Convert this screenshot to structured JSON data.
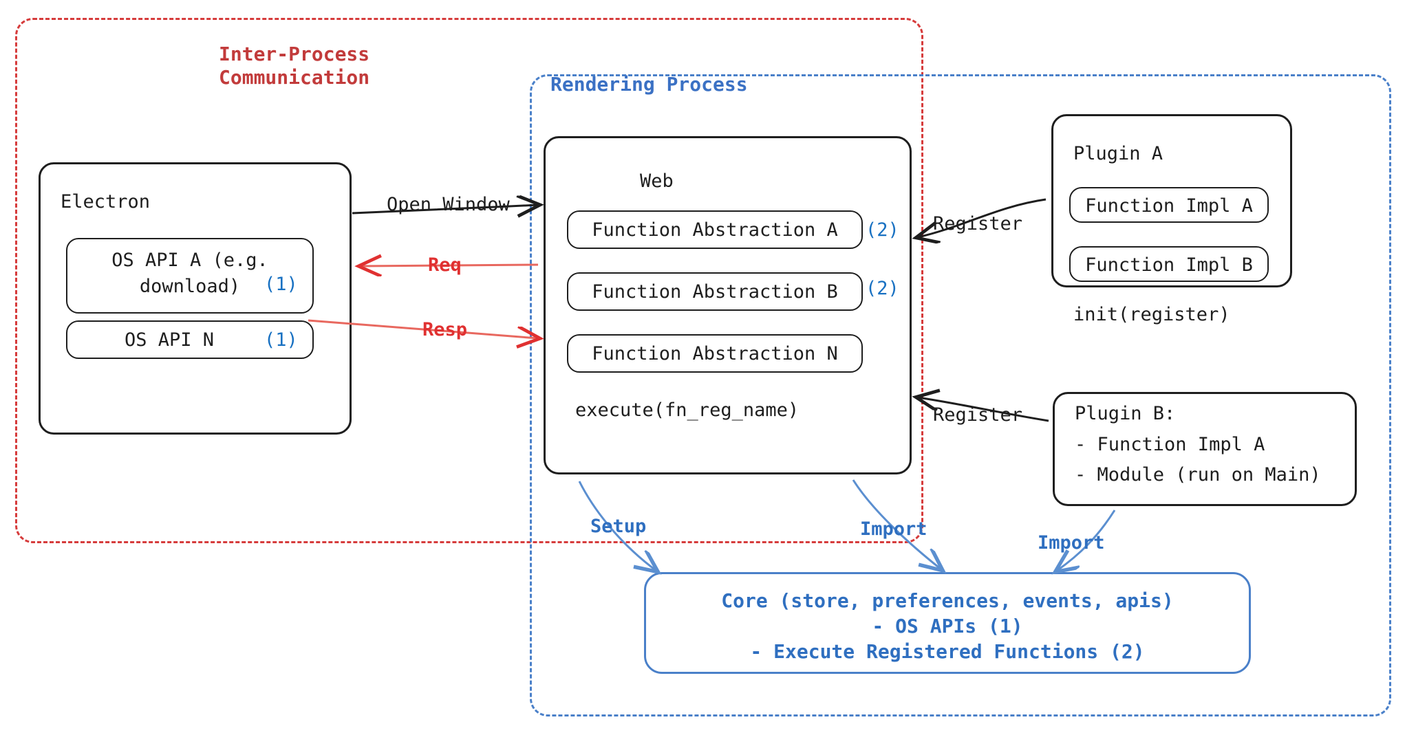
{
  "diagram": {
    "title": "Electron plugin architecture",
    "colors": {
      "ipc_red": "#c23b3b",
      "render_blue": "#3b71c4",
      "marker_blue": "#1971c2",
      "arrow_red": "#e03131",
      "ink": "#1e1e1e",
      "core_blue": "#2f6fc0"
    },
    "groups": {
      "ipc": {
        "label": "Inter-Process\nCommunication"
      },
      "rendering": {
        "label": "Rendering Process"
      }
    },
    "electron": {
      "title": "Electron",
      "apis": [
        {
          "label": "OS API A (e.g.\ndownload)",
          "marker": "(1)"
        },
        {
          "label": "OS API N",
          "marker": "(1)"
        }
      ]
    },
    "web": {
      "title": "Web",
      "abstractions": [
        {
          "label": "Function Abstraction A",
          "marker": "(2)"
        },
        {
          "label": "Function Abstraction B",
          "marker": "(2)"
        },
        {
          "label": "Function Abstraction N",
          "marker": ""
        }
      ],
      "footer": "execute(fn_reg_name)"
    },
    "plugin_a": {
      "title": "Plugin A",
      "items": [
        "Function Impl A",
        "Function Impl B"
      ],
      "footer": "init(register)"
    },
    "plugin_b": {
      "title": "Plugin B:",
      "items": [
        "- Function Impl A",
        "- Module (run on Main)"
      ]
    },
    "core": {
      "lines": [
        "Core (store, preferences, events, apis)",
        "- OS APIs (1)",
        "- Execute Registered Functions (2)"
      ]
    },
    "edges": [
      {
        "id": "open-window",
        "label": "Open Window",
        "color": "black",
        "from": "electron",
        "to": "web"
      },
      {
        "id": "req",
        "label": "Req",
        "color": "red",
        "from": "web",
        "to": "electron"
      },
      {
        "id": "resp",
        "label": "Resp",
        "color": "red",
        "from": "electron",
        "to": "web"
      },
      {
        "id": "register-a",
        "label": "Register",
        "color": "black",
        "from": "plugin_a",
        "to": "web"
      },
      {
        "id": "register-b",
        "label": "Register",
        "color": "black",
        "from": "plugin_b",
        "to": "web"
      },
      {
        "id": "setup",
        "label": "Setup",
        "color": "blue",
        "from": "web",
        "to": "core"
      },
      {
        "id": "import-web",
        "label": "Import",
        "color": "blue",
        "from": "web",
        "to": "core"
      },
      {
        "id": "import-plugin",
        "label": "Import",
        "color": "blue",
        "from": "plugin_b",
        "to": "core"
      }
    ]
  }
}
